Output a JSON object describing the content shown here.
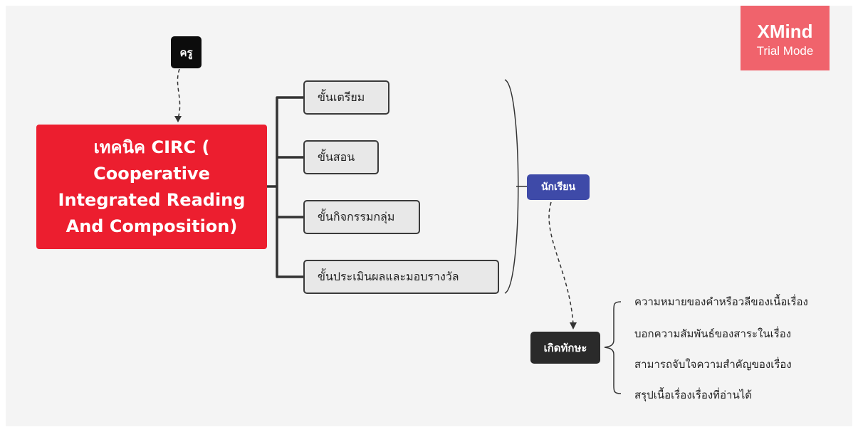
{
  "teacher": {
    "label": "ครู"
  },
  "central": {
    "text": "เทคนิค CIRC ( Cooperative Integrated Reading And Composition)"
  },
  "steps": [
    {
      "label": "ขั้นเตรียม"
    },
    {
      "label": "ขั้นสอน"
    },
    {
      "label": "ขั้นกิจกรรมกลุ่ม"
    },
    {
      "label": "ขั้นประเมินผลและมอบรางวัล"
    }
  ],
  "student": {
    "label": "นักเรียน"
  },
  "skills": {
    "label": "เกิดทักษะ",
    "items": [
      "ความหมายของคำหรือวลีของเนื้อเรื่อง",
      "บอกความสัมพันธ์ของสาระในเรื่อง",
      "สามารถจับใจความสำคัญของเรื่อง",
      "สรุปเนื้อเรื่องเรื่องที่อ่านได้"
    ]
  },
  "watermark": {
    "title": "XMind",
    "subtitle": "Trial Mode"
  },
  "colors": {
    "central": "#ec1e2f",
    "student": "#3e4aa8",
    "dark_node": "#0c0c0c",
    "watermark": "#f0636c",
    "canvas": "#f4f4f4"
  }
}
